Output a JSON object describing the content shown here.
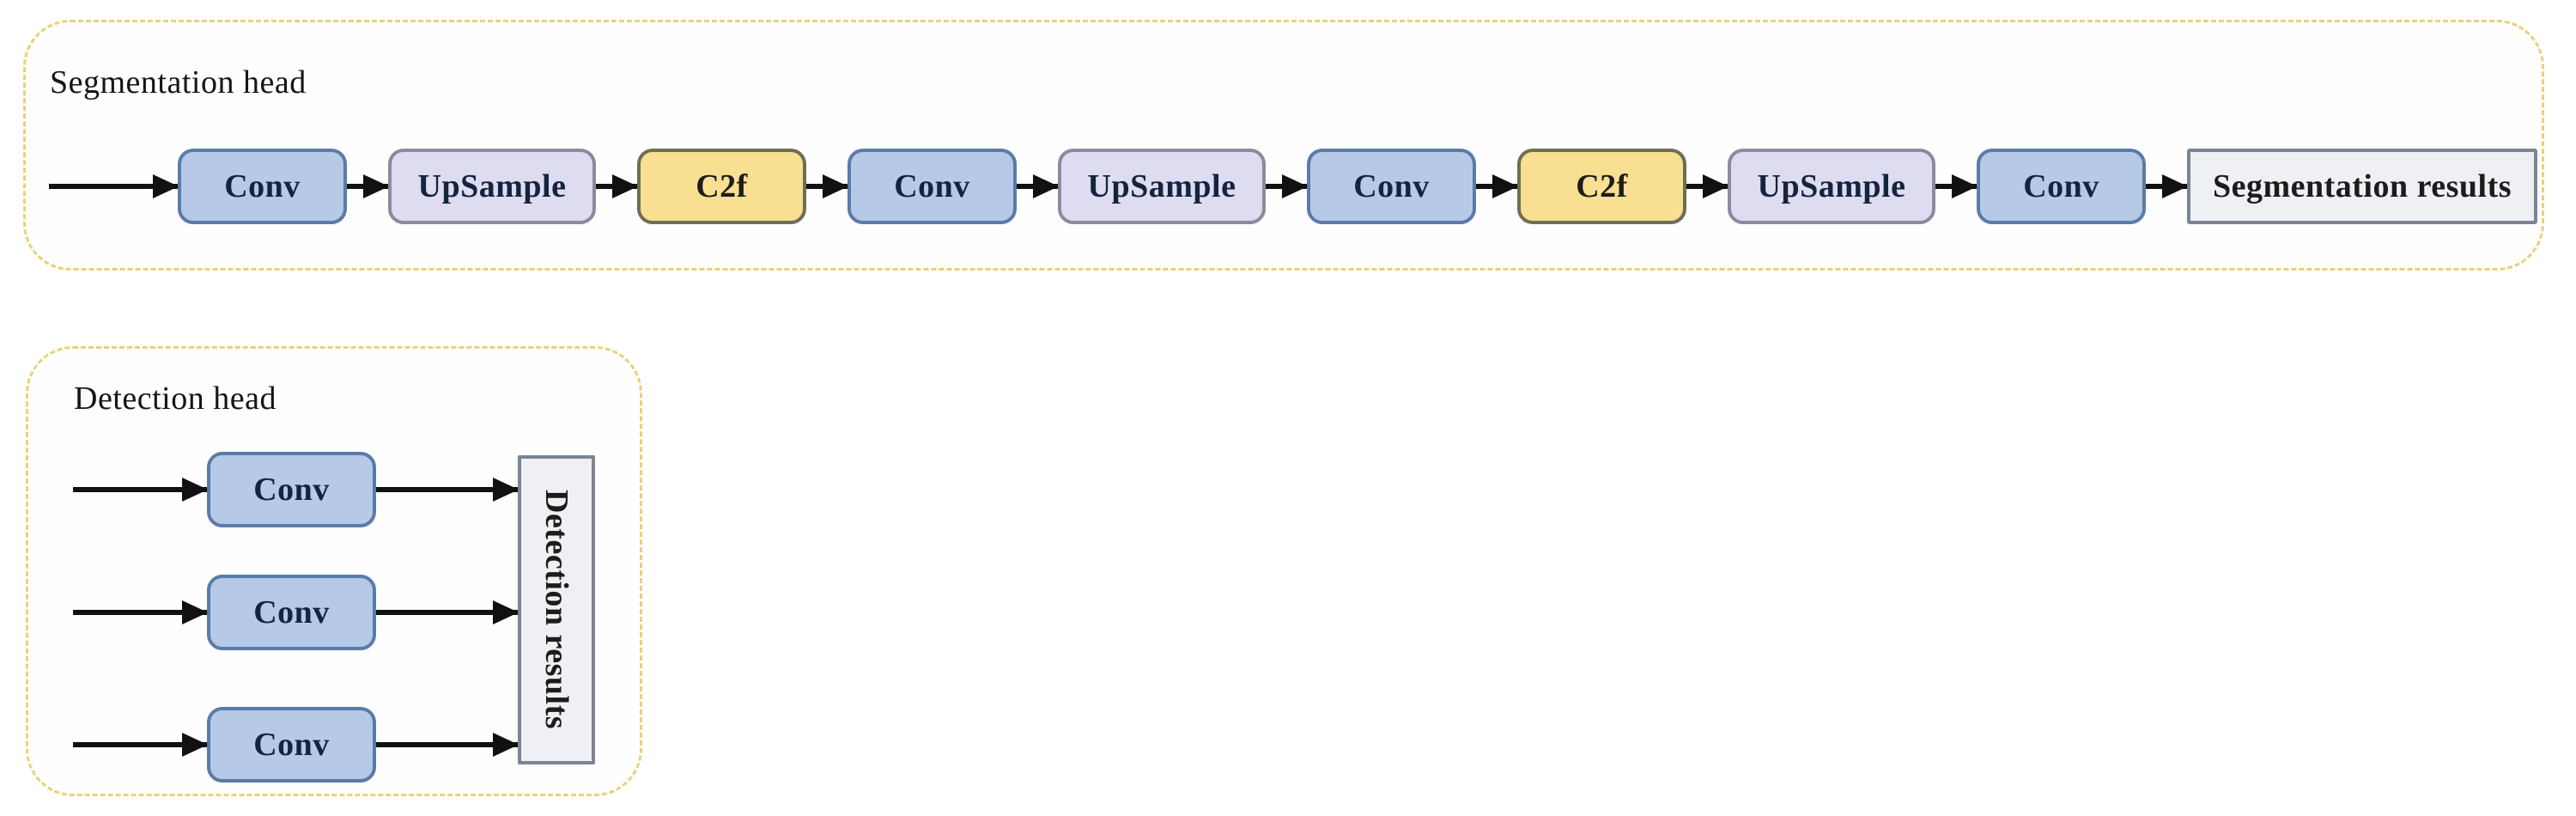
{
  "segmentation_head": {
    "title": "Segmentation head",
    "nodes": [
      {
        "label": "Conv",
        "type": "conv"
      },
      {
        "label": "UpSample",
        "type": "upsample"
      },
      {
        "label": "C2f",
        "type": "c2f"
      },
      {
        "label": "Conv",
        "type": "conv"
      },
      {
        "label": "UpSample",
        "type": "upsample"
      },
      {
        "label": "Conv",
        "type": "conv"
      },
      {
        "label": "C2f",
        "type": "c2f"
      },
      {
        "label": "UpSample",
        "type": "upsample"
      },
      {
        "label": "Conv",
        "type": "conv"
      },
      {
        "label": "Segmentation results",
        "type": "result"
      }
    ]
  },
  "detection_head": {
    "title": "Detection head",
    "branches": [
      {
        "label": "Conv"
      },
      {
        "label": "Conv"
      },
      {
        "label": "Conv"
      }
    ],
    "result_label": "Detection results"
  },
  "colors": {
    "conv_fill": "#b6c9e6",
    "conv_border": "#5b7ba8",
    "upsample_fill": "#dddcf1",
    "upsample_border": "#8b8b9f",
    "c2f_fill": "#f8df92",
    "c2f_border": "#6f6d55",
    "result_fill": "#eef0f3",
    "result_border": "#7b8595",
    "container_dash": "#e9d277",
    "arrow": "#111111"
  }
}
